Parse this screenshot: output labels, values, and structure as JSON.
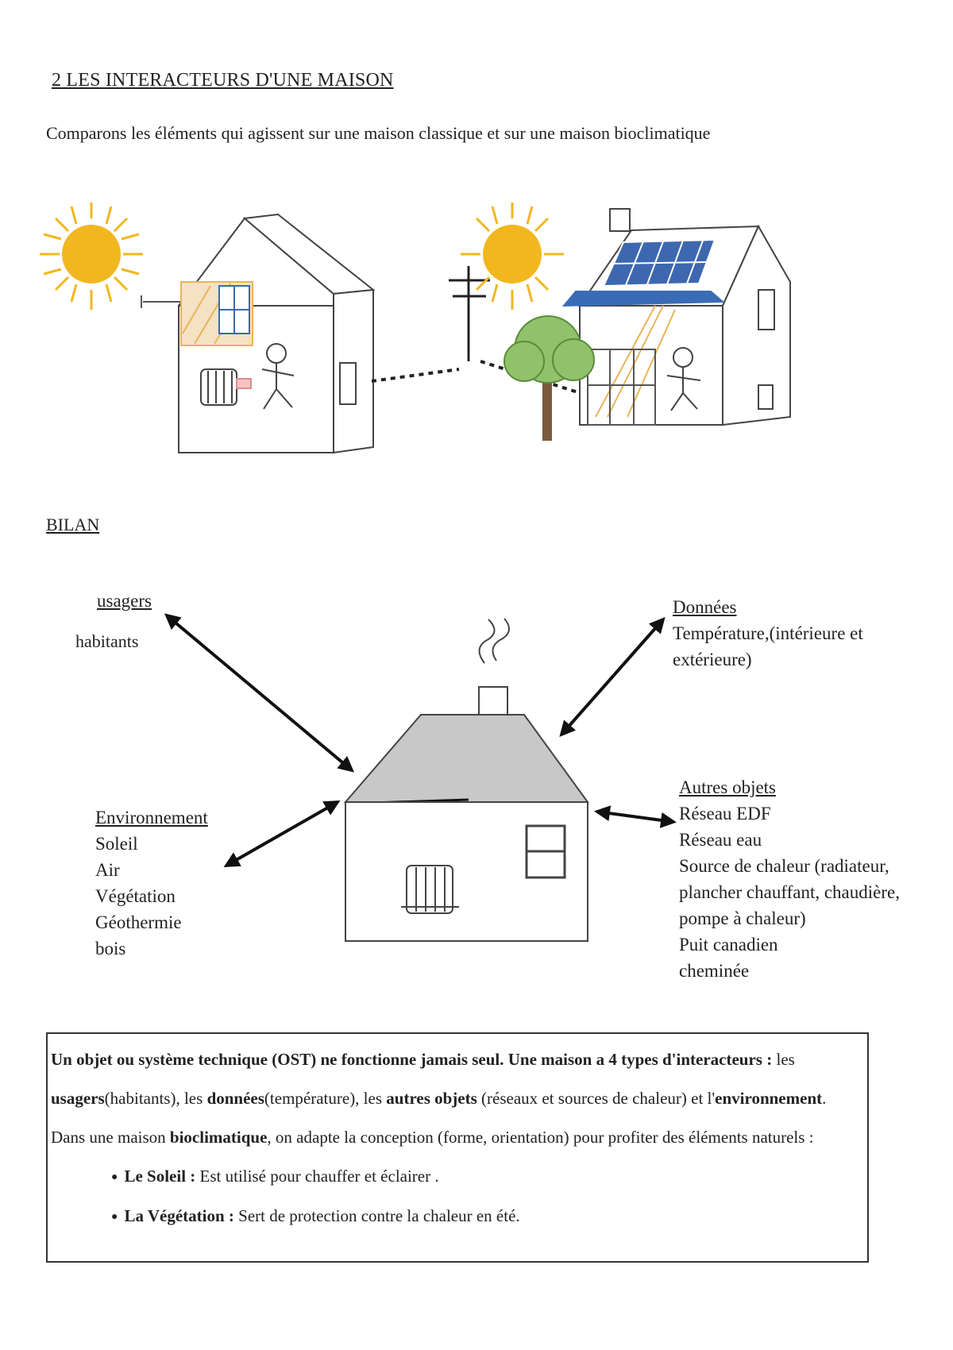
{
  "heading": "2 LES INTERACTEURS D'UNE MAISON",
  "intro": "Comparons les éléments qui  agissent sur une maison classique et sur une maison bioclimatique",
  "bilan_title": "BILAN",
  "diagram": {
    "usagers": {
      "title": "usagers",
      "items": [
        "habitants"
      ]
    },
    "donnees": {
      "title": "Données",
      "lines": [
        "Température,(intérieure et",
        "extérieure)"
      ]
    },
    "environnement": {
      "title": "Environnement",
      "items": [
        "Soleil",
        "Air",
        "Végétation",
        "Géothermie",
        "bois"
      ]
    },
    "autres_objets": {
      "title": "Autres objets",
      "items": [
        "Réseau EDF",
        "Réseau eau",
        "Source de chaleur (radiateur,",
        "plancher chauffant, chaudière,",
        "pompe à chaleur)",
        "Puit canadien",
        "cheminée"
      ]
    }
  },
  "summary": {
    "lead": "Un objet ou système technique (OST) ne fonctionne jamais seul. Une maison a 4 types d'interacteurs :",
    "t1": "  les ",
    "usagers": "usagers",
    "t2": "(habitants), les ",
    "donnees": "données",
    "t3": "(température), les ",
    "autres": "autres objets",
    "t4": " (réseaux et sources de chaleur) et l'",
    "environnement": "environnement",
    "t5": ". Dans une maison ",
    "bioclimatique": "bioclimatique",
    "t6": ", on adapte la conception (forme, orientation) pour profiter des éléments naturels :",
    "bullets": [
      {
        "label": "Le Soleil :",
        "text": " Est utilisé pour chauffer et éclairer ."
      },
      {
        "label": "La Végétation :",
        "text": " Sert de protection contre la chaleur en été."
      }
    ]
  },
  "colors": {
    "sun": "#f2b71f",
    "solar_panel": "#3d68b0",
    "awning": "#3a6cb5",
    "tree": "#8fc26a",
    "roof": "#c8c8c8",
    "hatch": "#e9b45a"
  }
}
